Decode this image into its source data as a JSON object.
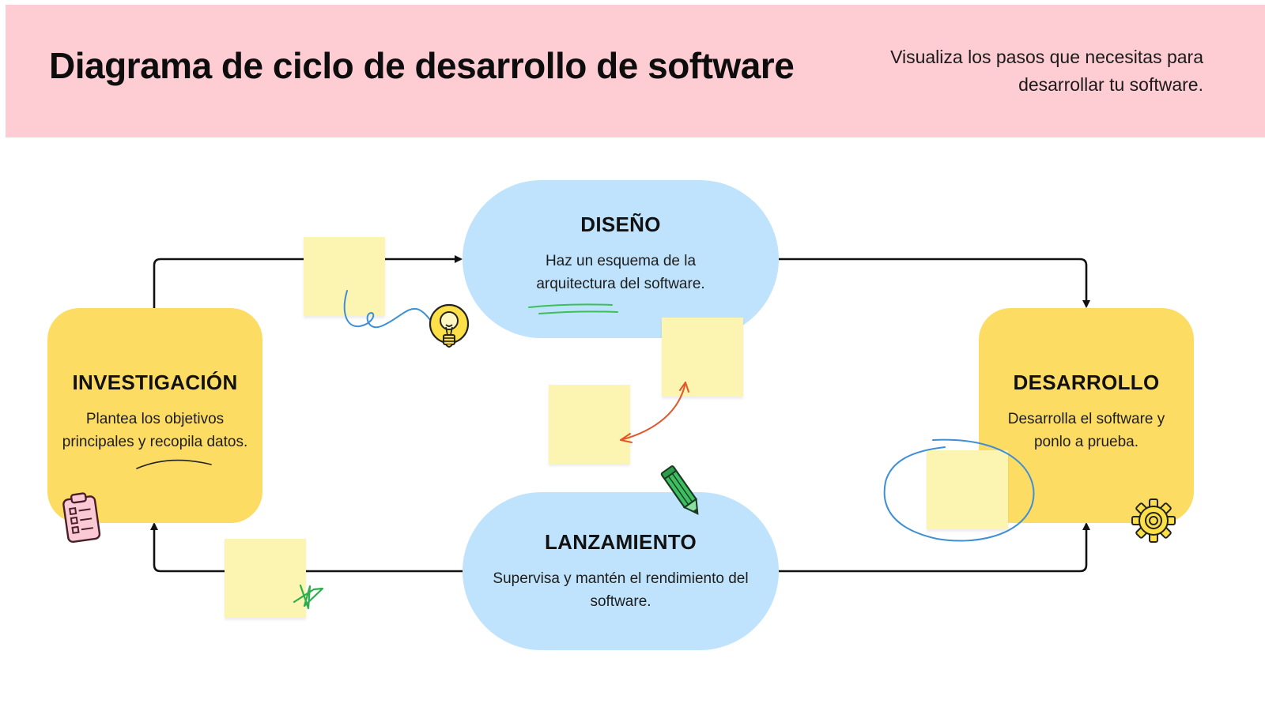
{
  "header": {
    "title": "Diagrama de ciclo de desarrollo de software",
    "subtitle": "Visualiza los pasos que necesitas para desarrollar tu software."
  },
  "nodes": {
    "investigacion": {
      "title": "INVESTIGACIÓN",
      "text": "Plantea los objetivos principales y recopila datos."
    },
    "diseno": {
      "title": "DISEÑO",
      "text": "Haz un esquema de la arquitectura del software."
    },
    "desarrollo": {
      "title": "DESARROLLO",
      "text": "Desarrolla el software y ponlo a prueba."
    },
    "lanzamiento": {
      "title": "LANZAMIENTO",
      "text": "Supervisa y mantén el rendimiento del software."
    }
  },
  "icons": [
    "clipboard-icon",
    "lightbulb-icon",
    "pencil-icon",
    "gear-icon"
  ],
  "colors": {
    "header_bg": "#fecdd3",
    "yellow_node": "#fddc63",
    "blue_node": "#bfe3fc",
    "sticky_note": "#fcf5b2"
  }
}
